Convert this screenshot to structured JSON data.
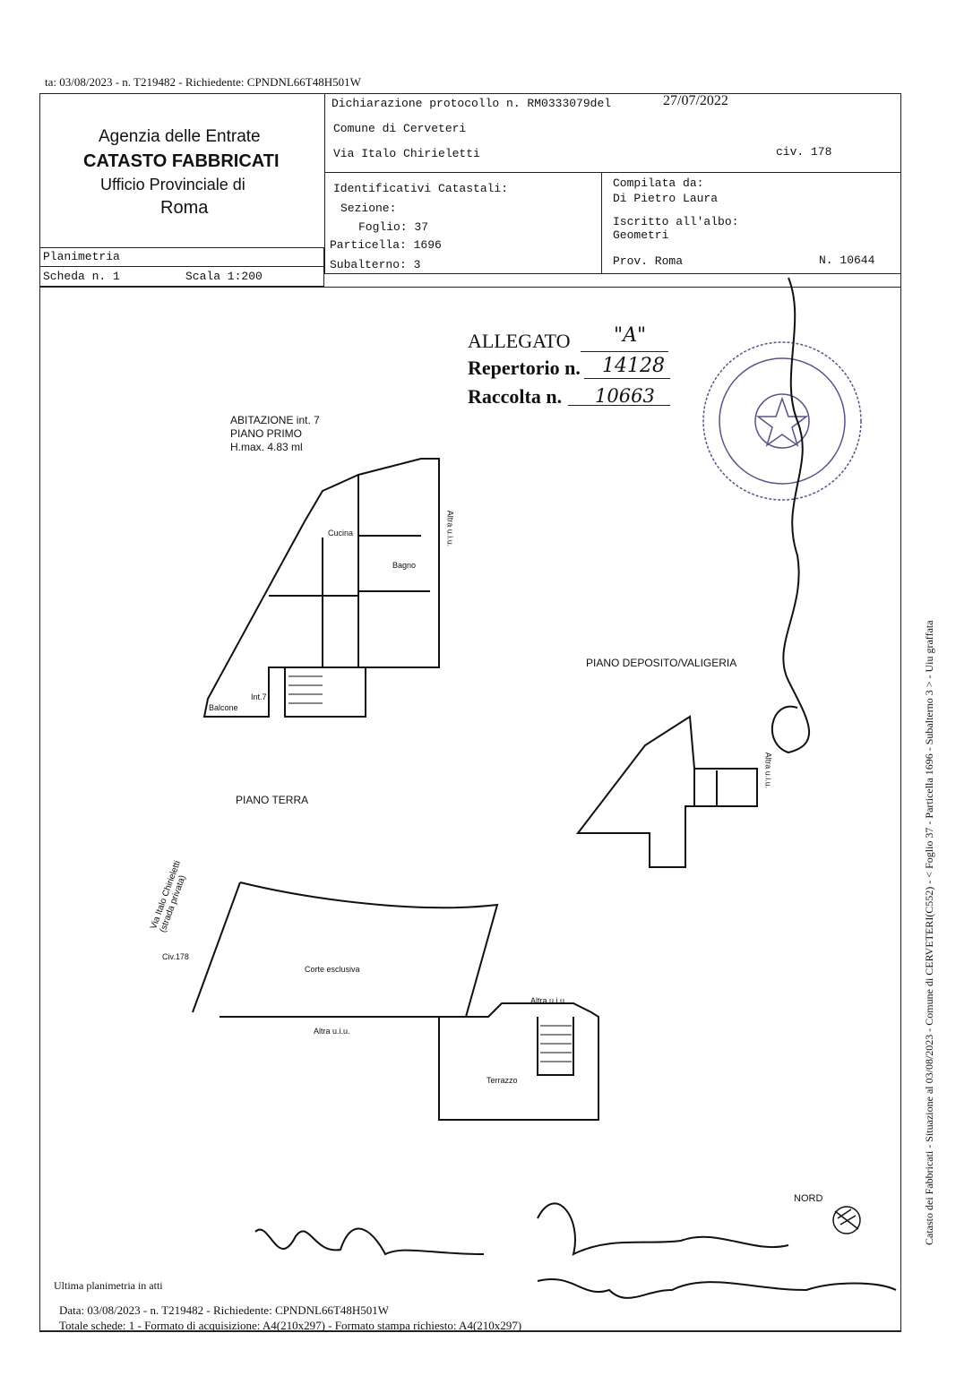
{
  "top_line": "ta: 03/08/2023 - n. T219482 - Richiedente: CPNDNL66T48H501W",
  "agency": {
    "name": "Agenzia delle Entrate",
    "department": "CATASTO FABBRICATI",
    "office": "Ufficio Provinciale di",
    "city": "Roma"
  },
  "declaration": {
    "protocol": "Dichiarazione protocollo n. RM0333079del",
    "date": "27/07/2022",
    "comune": "Comune di Cerveteri",
    "address": "Via Italo Chirieletti",
    "civic": "civ. 178"
  },
  "identifiers": {
    "title": "Identificativi Catastali:",
    "sezione": "Sezione:",
    "foglio": "Foglio: 37",
    "particella": "Particella: 1696",
    "subalterno": "Subalterno: 3"
  },
  "compiler": {
    "label": "Compilata da:",
    "name": "Di Pietro Laura",
    "albo_label": "Iscritto all'albo:",
    "albo": "Geometri",
    "province": "Prov. Roma",
    "number": "N. 10644"
  },
  "sheet": {
    "type": "Planimetria",
    "scheda": "Scheda n. 1",
    "scale": "Scala 1:200"
  },
  "annex": {
    "allegato_label": "ALLEGATO",
    "allegato_value": "\"A\"",
    "repertorio_label": "Repertorio n.",
    "repertorio_value": "14128",
    "raccolta_label": "Raccolta n.",
    "raccolta_value": "10663"
  },
  "plan": {
    "unit_title": "ABITAZIONE int. 7",
    "floor_first": "PIANO PRIMO",
    "height": "H.max. 4.83 ml",
    "kitchen": "Cucina",
    "bathroom": "Bagno",
    "other_unit": "Altra u.i.u.",
    "int": "Int.7",
    "balcony": "Balcone",
    "storage_floor": "PIANO DEPOSITO/VALIGERIA",
    "ground_floor": "PIANO TERRA",
    "street": "Via Italo Chirieletti",
    "street_note": "(strada privata)",
    "civic": "Civ.178",
    "courtyard": "Corte esclusiva",
    "terrace": "Terrazzo",
    "north": "NORD"
  },
  "footer": {
    "last_plan": "Ultima planimetria in atti",
    "data_line": "Data: 03/08/2023 - n. T219482 - Richiedente: CPNDNL66T48H501W",
    "totals_line": "Totale schede: 1 - Formato di acquisizione: A4(210x297)  - Formato stampa richiesto: A4(210x297)"
  },
  "side_text": "Catasto dei Fabbricati - Situazione al 03/08/2023 - Comune di CERVETERI(C552) - < Foglio 37 - Particella 1696 - Subalterno 3 > - Uiu graffata"
}
